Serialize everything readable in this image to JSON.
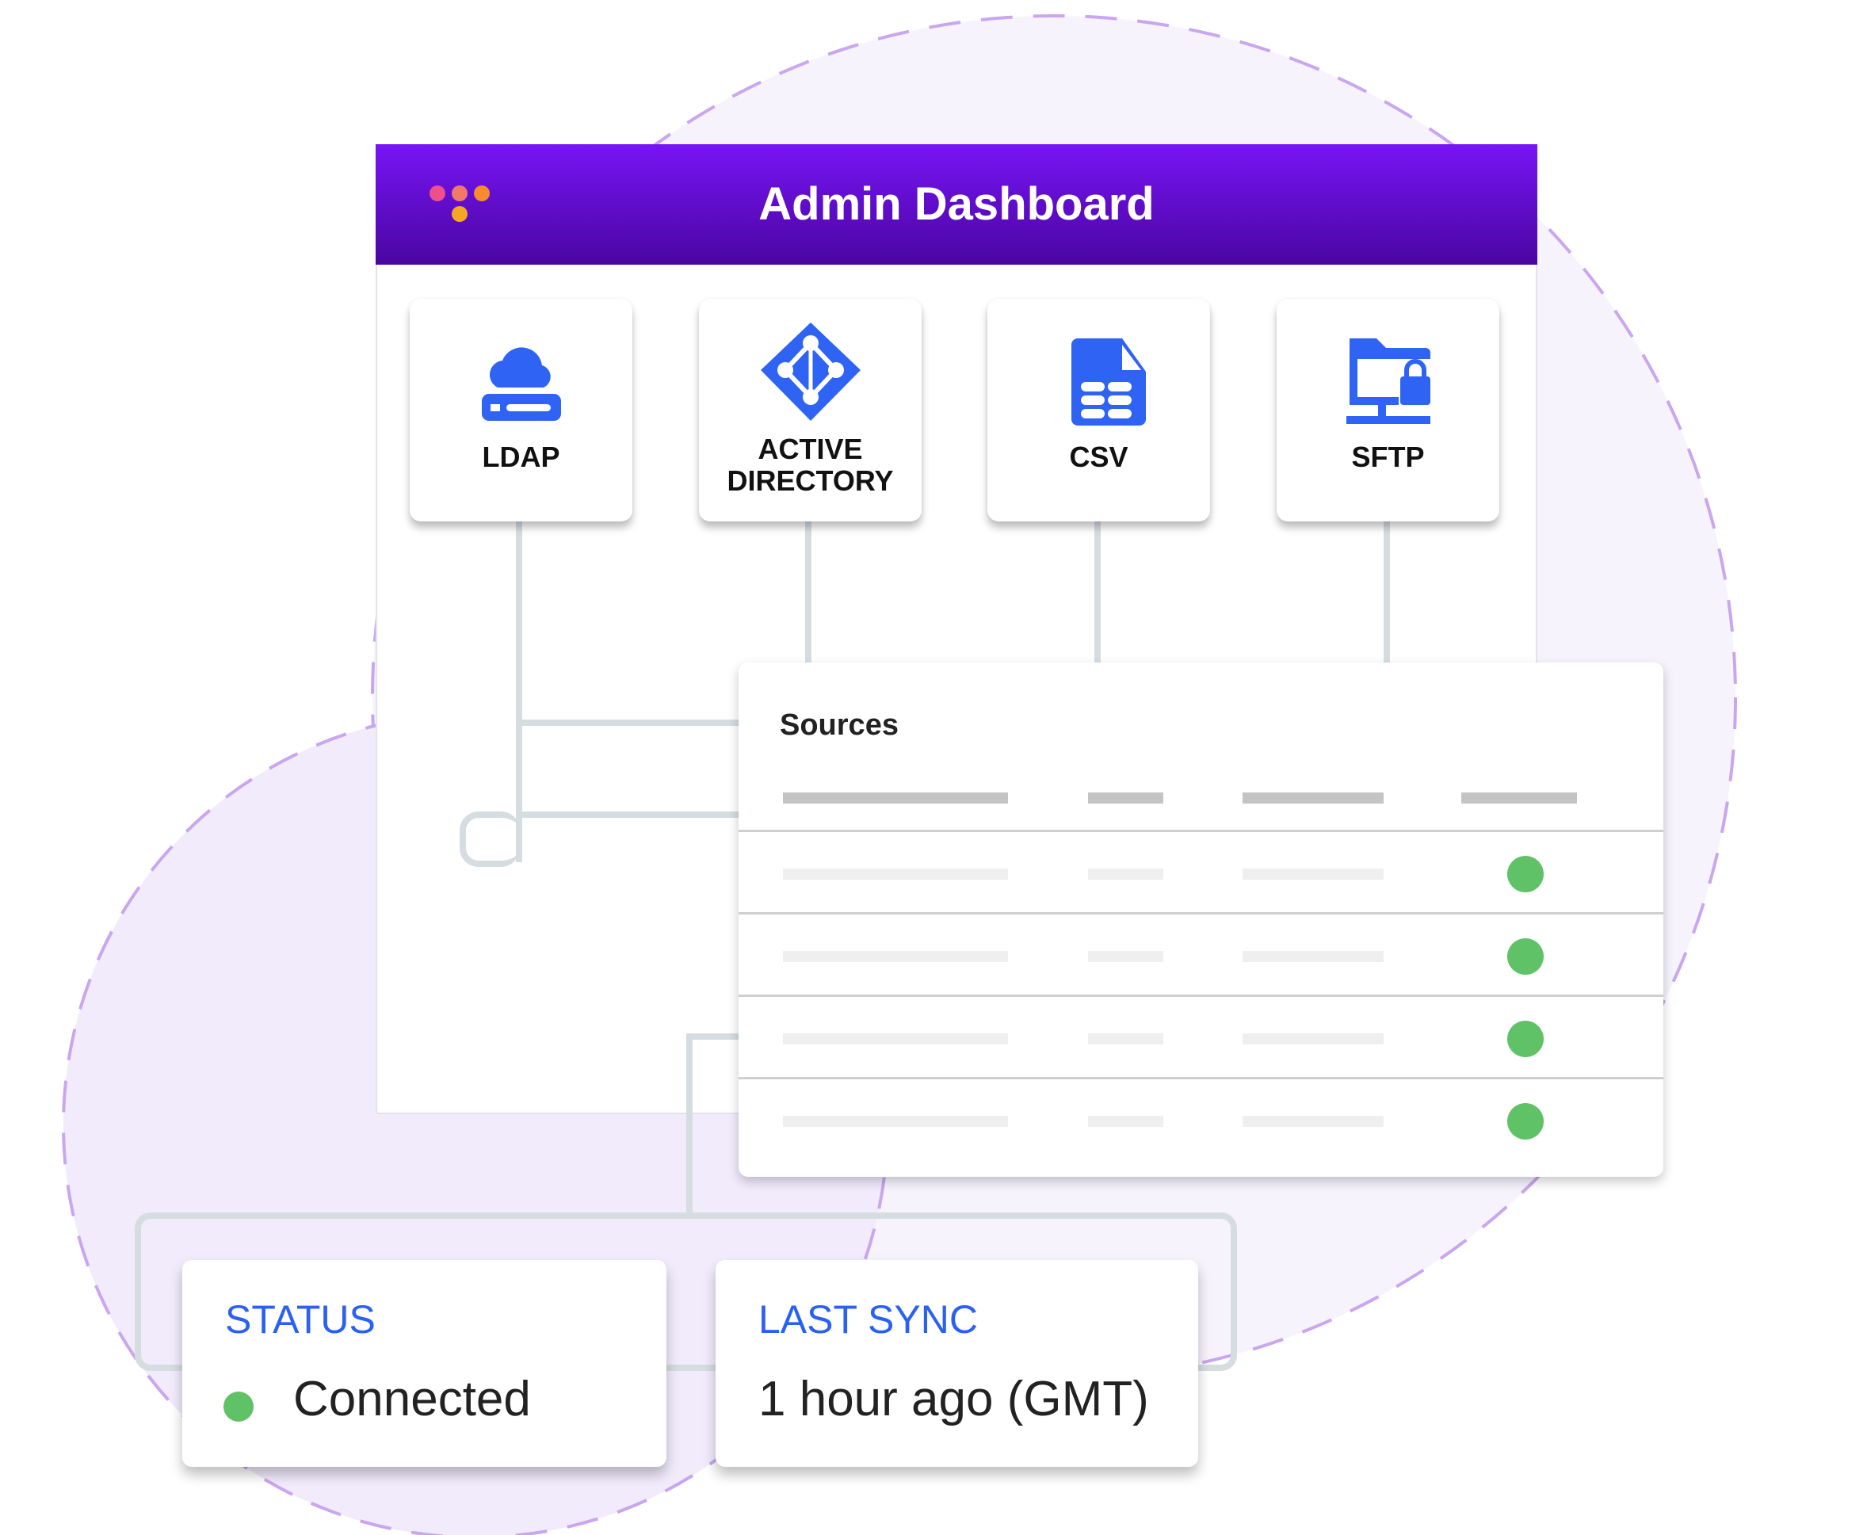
{
  "window": {
    "title": "Admin Dashboard"
  },
  "logo": {
    "dots": [
      "#ef4f8c",
      "#f07a6a",
      "#f68c2c",
      "#f5a623"
    ]
  },
  "sources_cards": [
    {
      "label": "LDAP",
      "icon": "cloud-server-icon"
    },
    {
      "label_line1": "ACTIVE",
      "label_line2": "DIRECTORY",
      "icon": "active-directory-icon"
    },
    {
      "label": "CSV",
      "icon": "csv-file-icon"
    },
    {
      "label": "SFTP",
      "icon": "sftp-folder-lock-icon"
    }
  ],
  "sources_panel": {
    "title": "Sources",
    "rows": [
      {
        "status": "connected"
      },
      {
        "status": "connected"
      },
      {
        "status": "connected"
      },
      {
        "status": "connected"
      }
    ]
  },
  "status_card": {
    "label": "STATUS",
    "value": "Connected"
  },
  "sync_card": {
    "label": "LAST SYNC",
    "value": "1 hour ago (GMT)"
  },
  "colors": {
    "accent": "#7714f5",
    "icon_blue": "#2e63f4",
    "ok_green": "#5fc266",
    "label_blue": "#2b61f2"
  }
}
